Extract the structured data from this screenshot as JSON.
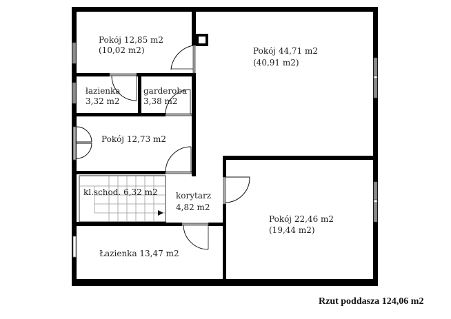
{
  "plan": {
    "title": "Rzut poddasza 124,06 m2",
    "rooms": [
      {
        "id": "pokoj-1",
        "line1": "Pokój 12,85 m2",
        "line2": "(10,02 m2)"
      },
      {
        "id": "pokoj-2",
        "line1": "Pokój 44,71 m2",
        "line2": "(40,91 m2)"
      },
      {
        "id": "lazienka-small",
        "line1": "łazienka",
        "line2": "3,32 m2"
      },
      {
        "id": "garderoba",
        "line1": "garderoba",
        "line2": "3,38 m2"
      },
      {
        "id": "pokoj-3",
        "line1": "Pokój 12,73 m2"
      },
      {
        "id": "klatka",
        "line1": "kl.schod. 6,32 m2"
      },
      {
        "id": "korytarz",
        "line1": "korytarz",
        "line2": "4,82 m2"
      },
      {
        "id": "pokoj-4",
        "line1": "Pokój 22,46 m2",
        "line2": "(19,44 m2)"
      },
      {
        "id": "lazienka-big",
        "line1": "Łazienka 13,47 m2"
      }
    ],
    "colors": {
      "wall": "#000000",
      "window": "#8c8c8c",
      "background": "#ffffff"
    }
  }
}
